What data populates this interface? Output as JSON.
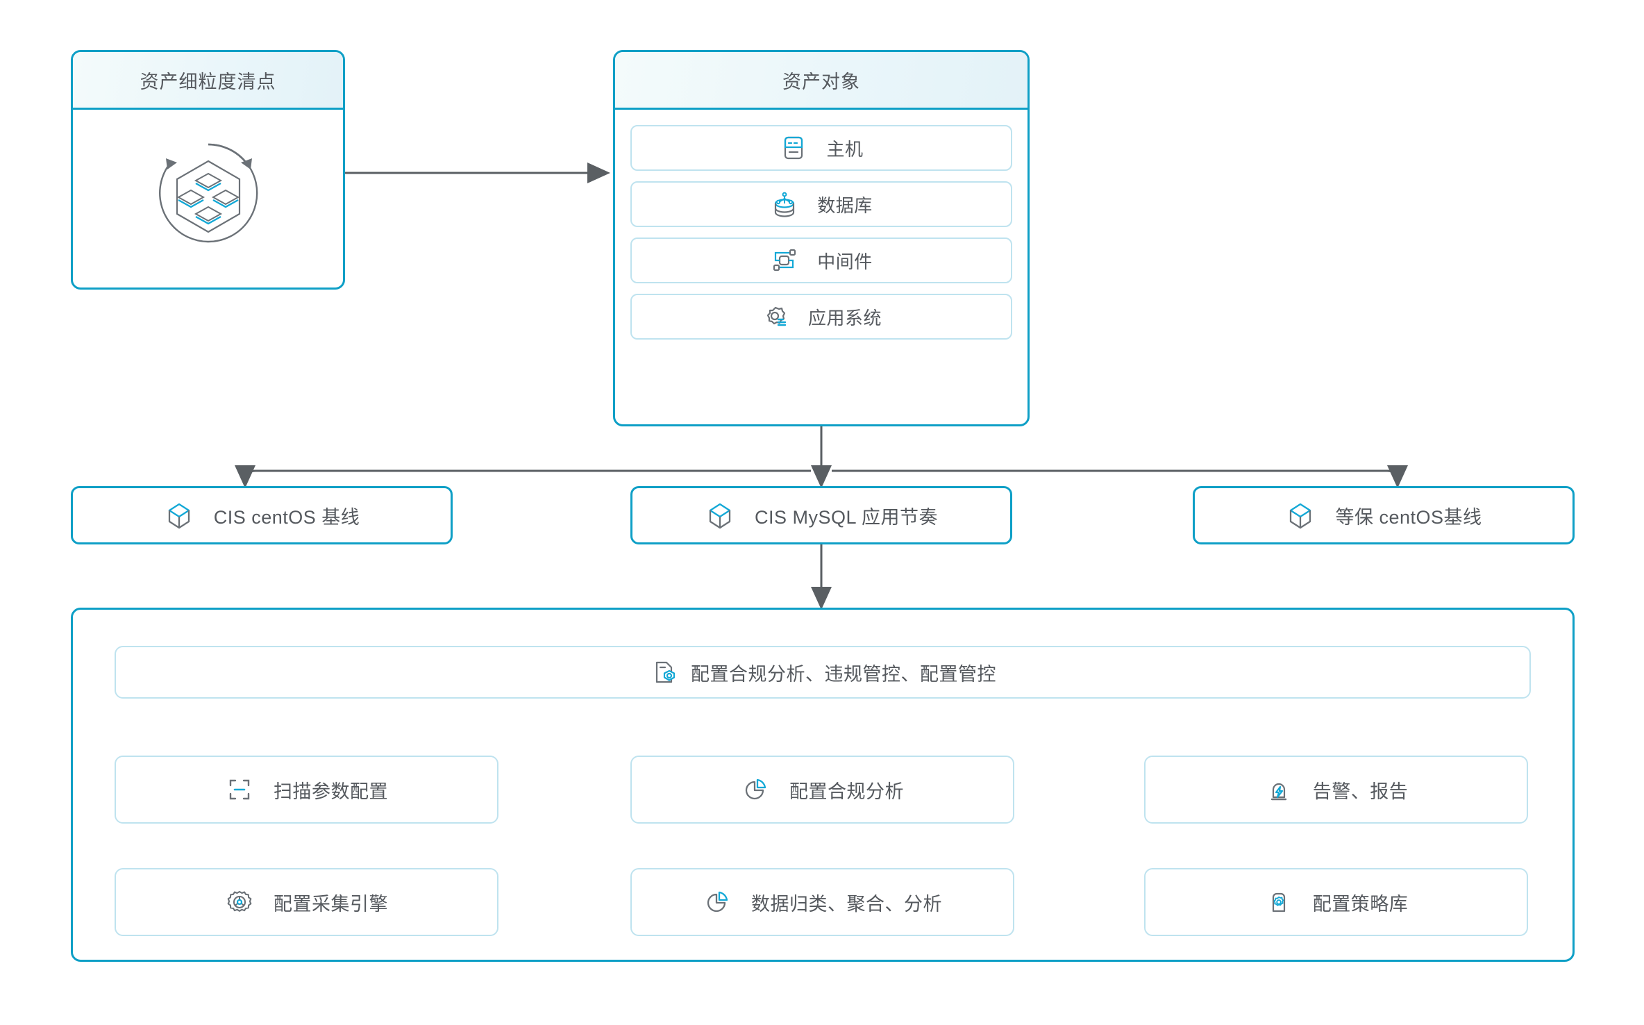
{
  "theme": {
    "accent": "#0e9fc6",
    "accent_light": "#bfe3ef",
    "icon_cyan": "#12a8d6",
    "icon_grey": "#6b7177",
    "arrow": "#5a5f63",
    "text": "#55595e"
  },
  "asset_inventory_card": {
    "title": "资产细粒度清点",
    "art_icon": "asset-cycle-icon"
  },
  "asset_object_card": {
    "title": "资产对象",
    "items": [
      {
        "label": "主机",
        "icon": "host-icon"
      },
      {
        "label": "数据库",
        "icon": "database-icon"
      },
      {
        "label": "中间件",
        "icon": "middleware-icon"
      },
      {
        "label": "应用系统",
        "icon": "application-system-icon"
      }
    ]
  },
  "baselines": [
    {
      "label": "CIS centOS 基线",
      "icon": "cube-icon"
    },
    {
      "label": "CIS MySQL 应用节奏",
      "icon": "cube-icon"
    },
    {
      "label": "等保 centOS基线",
      "icon": "cube-icon"
    }
  ],
  "platform": {
    "banner": {
      "label": "配置合规分析、违规管控、配置管控",
      "icon": "compliance-doc-icon"
    },
    "nodes": [
      {
        "label": "扫描参数配置",
        "icon": "scan-frame-icon"
      },
      {
        "label": "配置合规分析",
        "icon": "pie-chart-icon"
      },
      {
        "label": "告警、报告",
        "icon": "alert-report-icon"
      },
      {
        "label": "配置采集引擎",
        "icon": "collect-engine-icon"
      },
      {
        "label": "数据归类、聚合、分析",
        "icon": "pie-chart-icon"
      },
      {
        "label": "配置策略库",
        "icon": "policy-library-icon"
      }
    ]
  }
}
